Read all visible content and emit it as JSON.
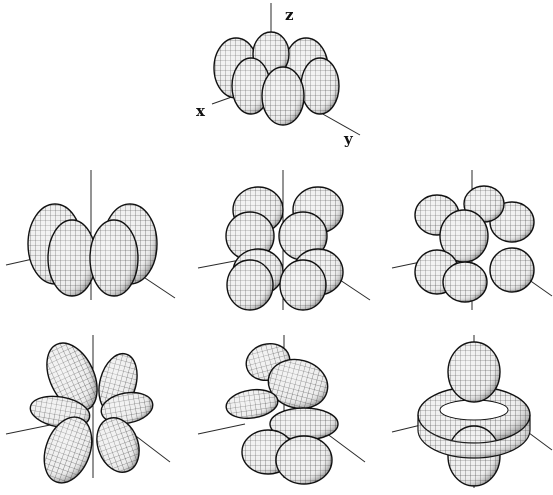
{
  "figure": {
    "axis_labels": {
      "x": "x",
      "y": "y",
      "z": "z"
    },
    "panels": [
      {
        "name": "orbital-top-center",
        "shape": "ring6",
        "has_axis_labels": true
      },
      {
        "name": "orbital-mid-left",
        "shape": "ring4"
      },
      {
        "name": "orbital-mid-center",
        "shape": "cube8"
      },
      {
        "name": "orbital-mid-right",
        "shape": "cube8"
      },
      {
        "name": "orbital-bottom-left",
        "shape": "tilted6"
      },
      {
        "name": "orbital-bottom-center",
        "shape": "tilted6b"
      },
      {
        "name": "orbital-bottom-right",
        "shape": "torus"
      }
    ],
    "colors": {
      "lobe_fill": "#ededed",
      "mesh": "#2b2b2b",
      "outline": "#0f0f0f",
      "axis": "#2a2a2a"
    }
  }
}
